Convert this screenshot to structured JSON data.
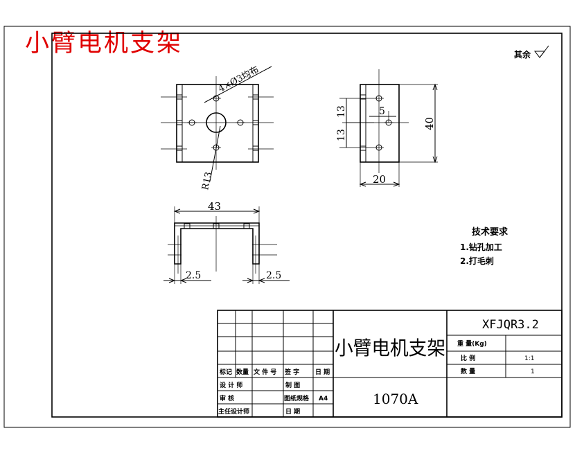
{
  "header": {
    "title": "小臂电机支架"
  },
  "surface_note": "其余",
  "views": {
    "front": {
      "hole_note": "4×Ø3均布",
      "radius": "R13"
    },
    "side": {
      "dim_13_top": "13",
      "dim_13_bottom": "13",
      "dim_5": "5",
      "dim_40": "40",
      "dim_20": "20"
    },
    "bottom": {
      "dim_43": "43",
      "dim_left": "2.5",
      "dim_right": "2.5"
    }
  },
  "tech_requirements": {
    "heading": "技术要求",
    "items": [
      "1.钻孔加工",
      "2.打毛刺"
    ]
  },
  "title_block": {
    "part_name": "小臂电机支架",
    "drawing_number": "XFJQR3.2",
    "material": "1070A",
    "weight_label": "重 量(Kg)",
    "scale_label": "比 例",
    "scale_value": "1:1",
    "quantity_label": "数 量",
    "quantity_value": "1",
    "revision_headers": [
      "标记",
      "数量",
      "文 件 号",
      "签 字",
      "日 期"
    ],
    "designer_label": "设 计 师",
    "drafter_label": "制 图",
    "reviewer_label": "审 核",
    "sheet_label": "图纸规格",
    "sheet_value": "A4",
    "chief_label": "主任设计师",
    "date_label": "日 期"
  }
}
